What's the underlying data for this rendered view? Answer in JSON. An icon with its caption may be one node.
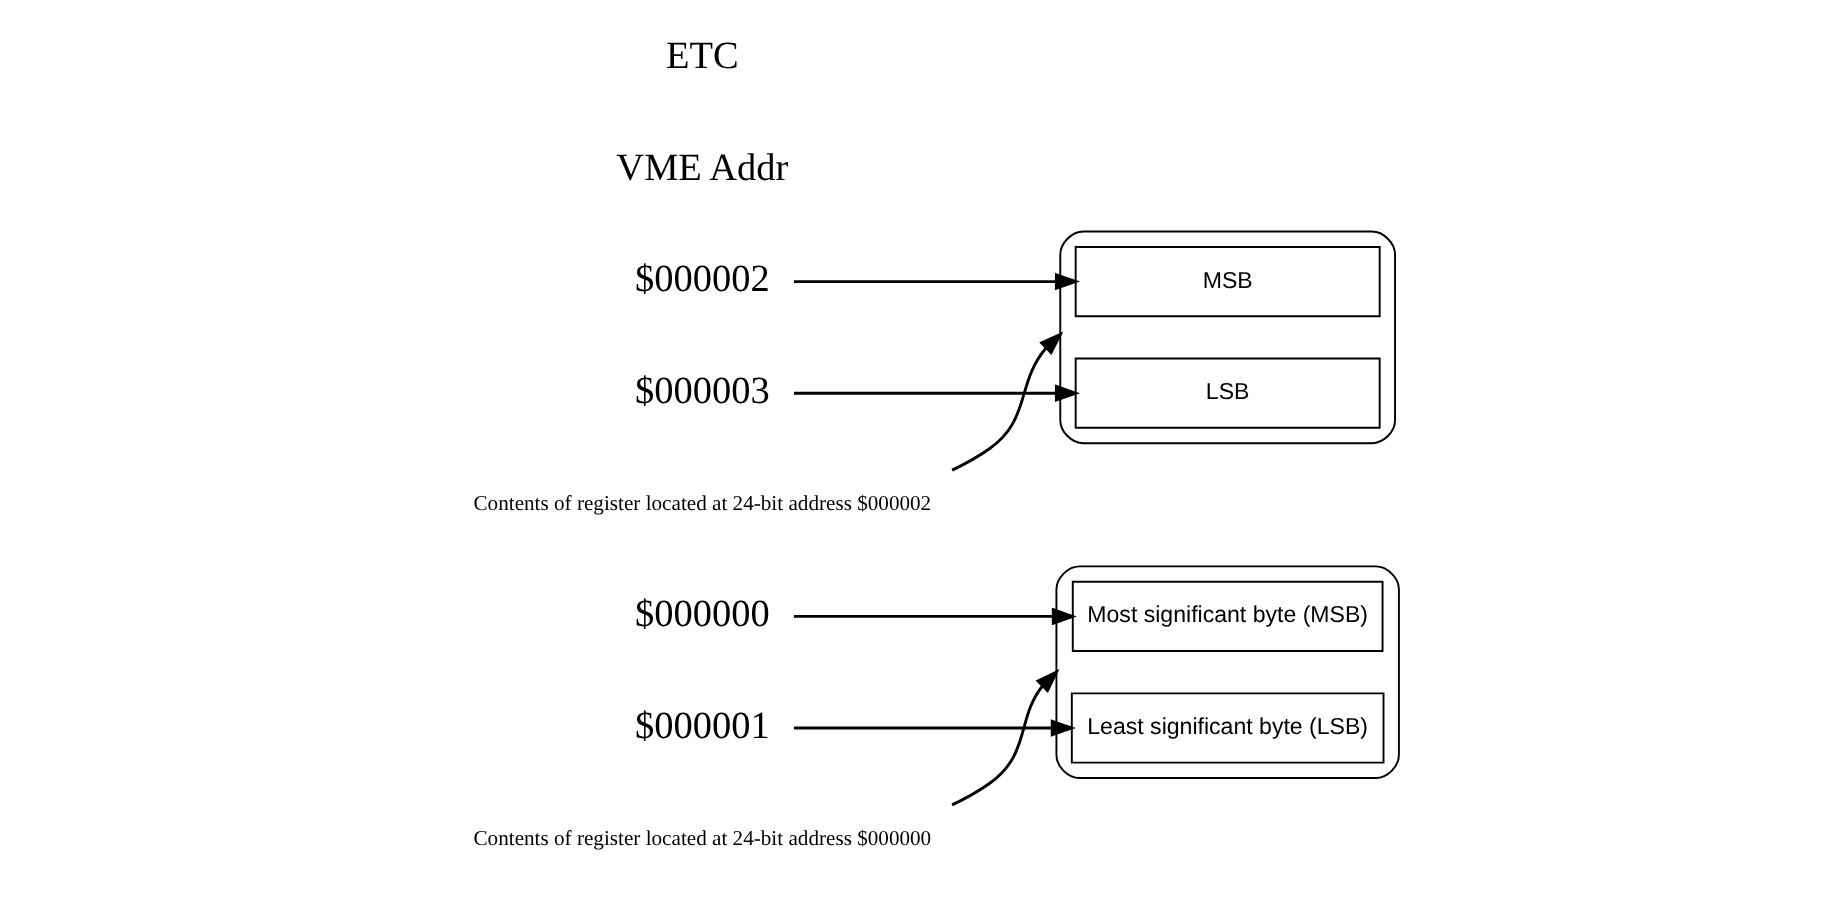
{
  "diagram": {
    "nodes": [
      {
        "text": [],
        "shape": "ellipse"
      },
      {
        "text": [
          "Most significant byte (MSB)"
        ],
        "in": 0
      },
      {
        "text": [
          "Least significant byte (LSB)"
        ],
        "in": 0
      },
      {
        "text": [],
        "shape": "ellipse"
      },
      {
        "text": [
          "MSB"
        ],
        "in": 3
      },
      {
        "text": [
          "LSB"
        ],
        "in": 3
      },
      {
        "text": [
          "$000000"
        ]
      },
      {
        "text": [
          "$000001"
        ]
      },
      {
        "text": [
          "$000002"
        ]
      },
      {
        "text": [
          "$000003"
        ]
      },
      {
        "text": [
          "Contents of register located at 24-bit address $000000"
        ]
      },
      {
        "text": [
          "Contents of register located at 24-bit address $000002"
        ]
      }
    ],
    "edges": [
      {
        "from": 6,
        "to": 1,
        "arrow": "to"
      },
      {
        "from": 7,
        "to": 2,
        "arrow": "to"
      },
      {
        "from": 8,
        "to": 4,
        "arrow": "to"
      },
      {
        "from": 9,
        "to": 5,
        "arrow": "to"
      },
      {
        "from": 10,
        "to": 0,
        "arrow": "to"
      },
      {
        "from": 11,
        "to": 3,
        "arrow": "to"
      }
    ],
    "labels": [
      "VME Addr",
      "ETC"
    ]
  }
}
